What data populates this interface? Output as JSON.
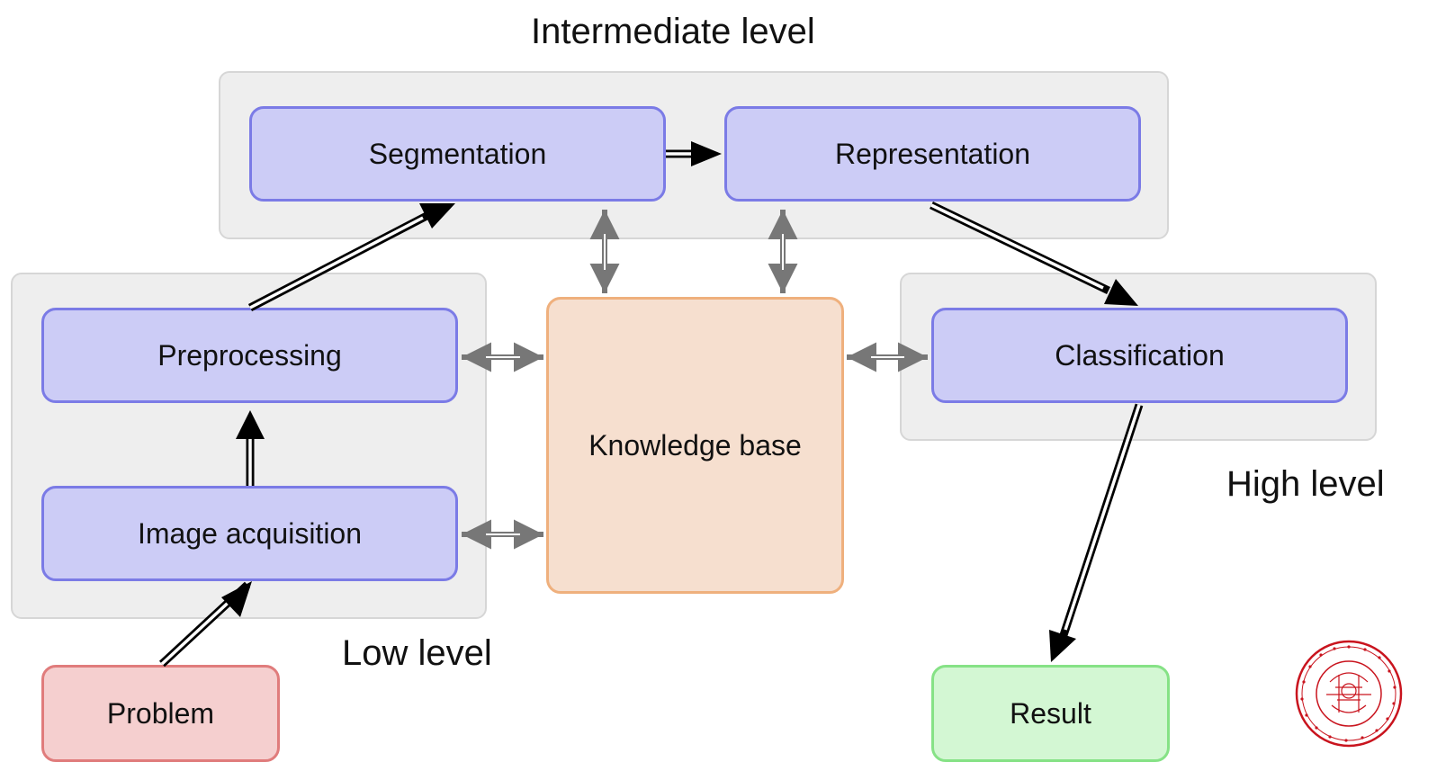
{
  "levels": {
    "intermediate": "Intermediate level",
    "low": "Low level",
    "high": "High level"
  },
  "nodes": {
    "segmentation": "Segmentation",
    "representation": "Representation",
    "preprocessing": "Preprocessing",
    "image_acquisition": "Image acquisition",
    "knowledge_base": "Knowledge base",
    "classification": "Classification",
    "problem": "Problem",
    "result": "Result"
  },
  "colors": {
    "group_fill": "#eeeeee",
    "process_fill": "#ccccf6",
    "process_border": "#7b7be6",
    "knowledge_fill": "#f6dfcf",
    "knowledge_border": "#efb07d",
    "problem_fill": "#f5cfcf",
    "problem_border": "#e07c7c",
    "result_fill": "#d3f7d3",
    "result_border": "#86e286",
    "flow_arrow": "#000000",
    "knowledge_arrow": "#777777",
    "seal": "#c9141e"
  },
  "icons": {
    "seal": "university-seal-icon"
  }
}
